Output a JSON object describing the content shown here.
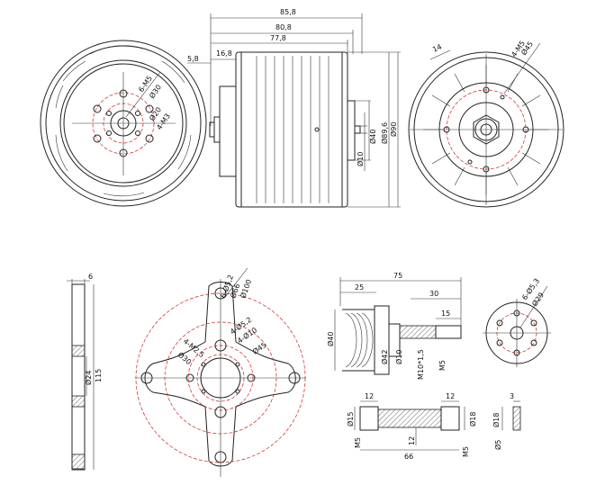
{
  "top_front": {
    "labels": [
      "6-M5",
      "Ø30",
      "Ø20",
      "4-M3"
    ]
  },
  "top_side": {
    "dims_horizontal": [
      "85,8",
      "80,8",
      "77,8",
      "16,8",
      "5,8"
    ],
    "dims_vertical": [
      "Ø40",
      "Ø10",
      "Ø89,6",
      "Ø90"
    ]
  },
  "top_rear": {
    "labels": [
      "14",
      "4-M5",
      "Ø45"
    ]
  },
  "mount_side": {
    "labels": [
      "6",
      "Ø24",
      "115"
    ]
  },
  "mount_front": {
    "labels": [
      "6-Ø5,2",
      "Ø66",
      "Ø100",
      "4-M2,5",
      "4-Ø5,2",
      "4-Ø10",
      "Ø30",
      "Ø45"
    ]
  },
  "prop_adapter": {
    "labels": [
      "75",
      "25",
      "30",
      "15",
      "Ø40",
      "Ø42",
      "Ø10",
      "M10*1,5",
      "M5"
    ]
  },
  "prop_disk": {
    "labels": [
      "6-Ø5,3",
      "Ø29"
    ]
  },
  "shaft": {
    "labels": [
      "12",
      "12",
      "Ø15",
      "Ø18",
      "M5",
      "12",
      "66",
      "M5"
    ]
  },
  "washer": {
    "labels": [
      "3",
      "Ø18",
      "Ø5"
    ]
  }
}
